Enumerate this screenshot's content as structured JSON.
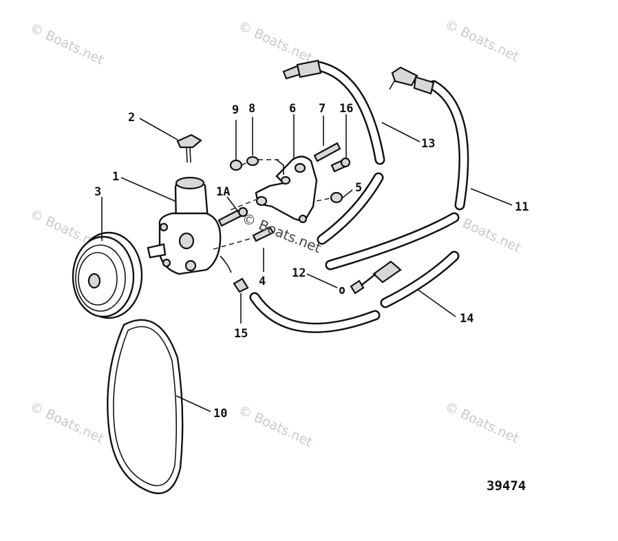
{
  "watermark": {
    "text": "© Boats.net",
    "center_text": "© Boats.net"
  },
  "callouts": {
    "c1": "1",
    "c1a": "1A",
    "c2": "2",
    "c3": "3",
    "c4": "4",
    "c5": "5",
    "c6": "6",
    "c7": "7",
    "c8": "8",
    "c9": "9",
    "c10": "10",
    "c11": "11",
    "c12": "12",
    "c13": "13",
    "c14": "14",
    "c15": "15",
    "c16": "16"
  },
  "figure_number": "39474"
}
